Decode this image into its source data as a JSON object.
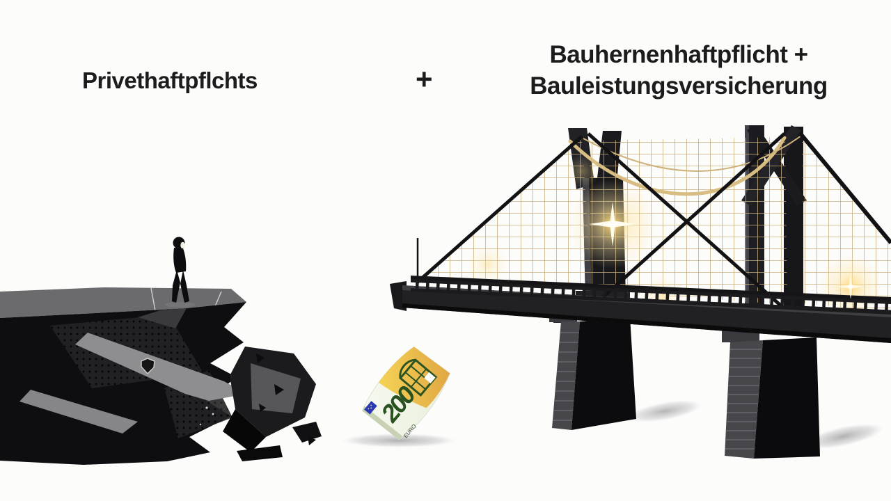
{
  "titles": {
    "left": "Privethaftpflchts",
    "plus": "+",
    "right_line1": "Bauhernenhaftpflicht +",
    "right_line2": "Bauleistungsversicherung"
  },
  "banknote": {
    "value": "200",
    "edge_text": "EURO"
  },
  "colors": {
    "background": "#fcfcfb",
    "title_text": "#1c1c1c",
    "gold_net": "#c8ae7c",
    "gold_glow": "#ffd977",
    "bridge_dark": "#1e1e21",
    "cliff_top_gray": "#6b6b6e",
    "cliff_dark": "#0e0e10",
    "note_green": "#2a5220",
    "note_yellow": "#eec23d",
    "eu_blue": "#2b3ab0",
    "shadow_gray": "#9f9fa1"
  }
}
